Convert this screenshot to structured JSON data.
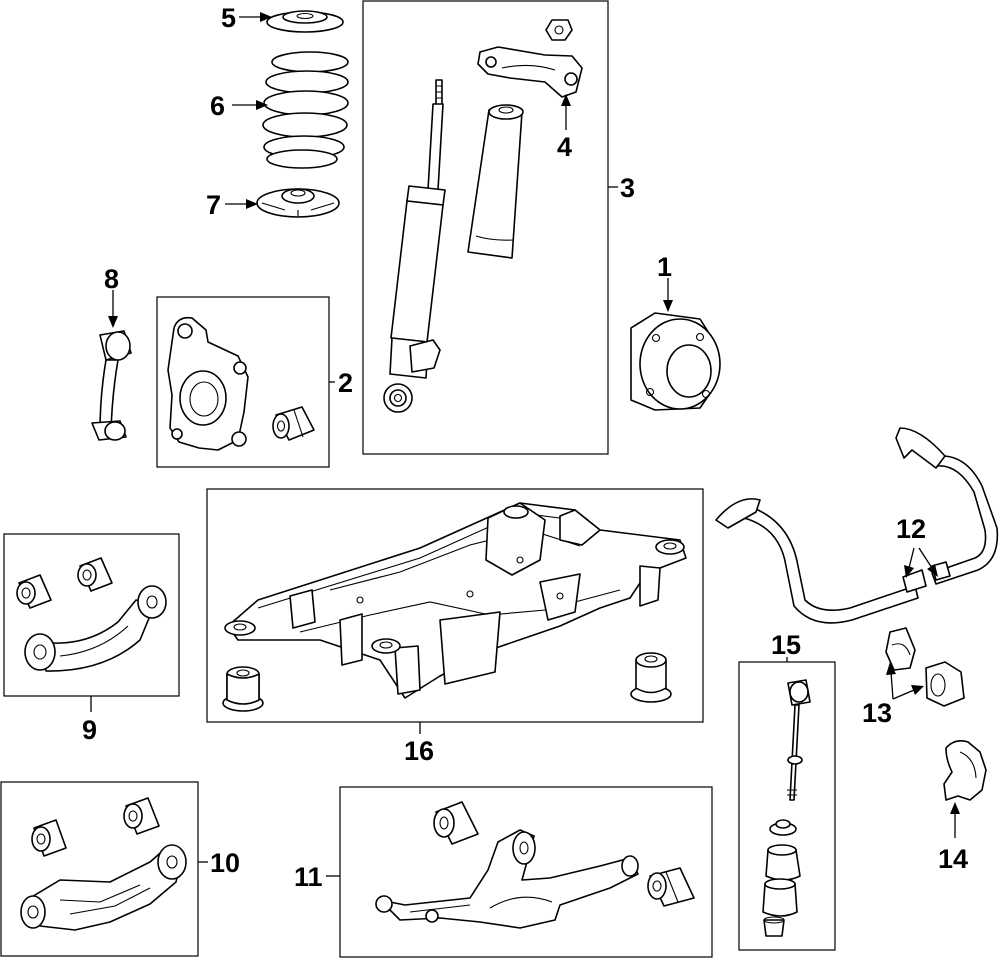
{
  "callouts": {
    "c1": "1",
    "c2": "2",
    "c3": "3",
    "c4": "4",
    "c5": "5",
    "c6": "6",
    "c7": "7",
    "c8": "8",
    "c9": "9",
    "c10": "10",
    "c11": "11",
    "c12": "12",
    "c13": "13",
    "c14": "14",
    "c15": "15",
    "c16": "16"
  },
  "colors": {
    "ink": "#000000",
    "paper": "#ffffff"
  }
}
